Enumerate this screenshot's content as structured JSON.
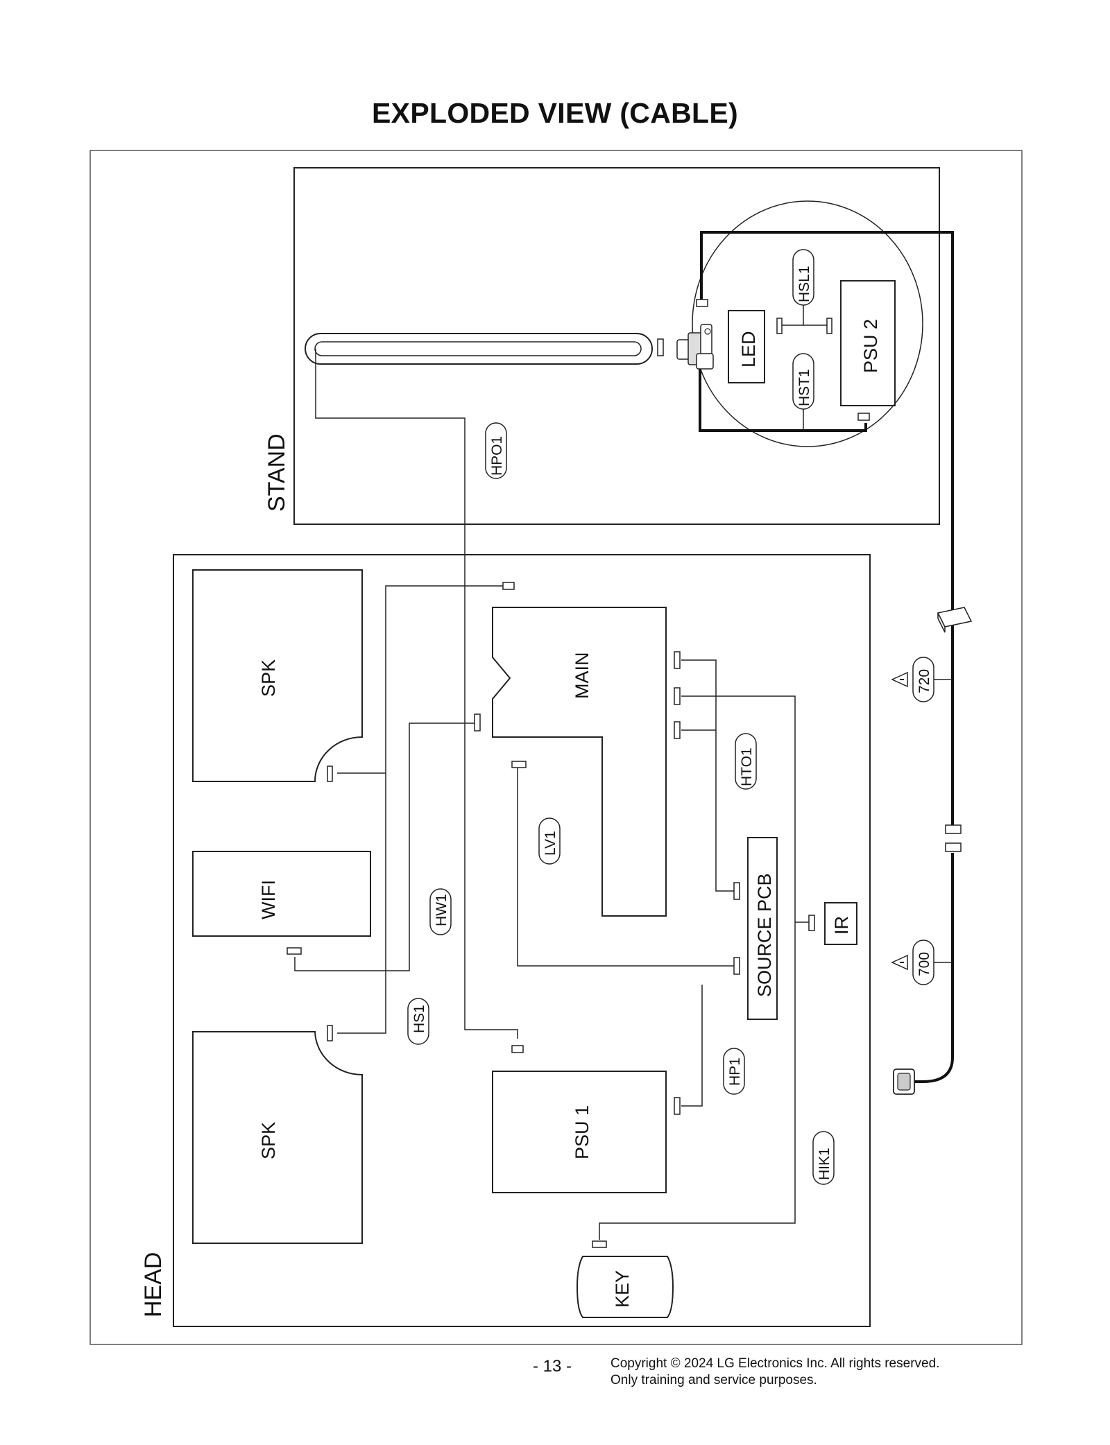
{
  "title": "EXPLODED VIEW (CABLE)",
  "regions": {
    "stand": "STAND",
    "head": "HEAD"
  },
  "components": {
    "led": "LED",
    "psu2": "PSU 2",
    "spk_top": "SPK",
    "spk_bottom": "SPK",
    "wifi": "WIFI",
    "main": "MAIN",
    "source_pcb": "SOURCE PCB",
    "ir": "IR",
    "psu1": "PSU 1",
    "key": "KEY"
  },
  "cables": {
    "hsl1": "HSL1",
    "hst1": "HST1",
    "hpo1": "HPO1",
    "hto1": "HTO1",
    "lv1": "LV1",
    "hw1": "HW1",
    "hs1": "HS1",
    "hp1": "HP1",
    "hik1": "HIK1",
    "c720": "720",
    "c700": "700"
  },
  "footer": {
    "page_number": "- 13 -",
    "copyright_line1": "Copyright © 2024 LG Electronics Inc. All rights reserved.",
    "copyright_line2": "Only training and service purposes."
  }
}
